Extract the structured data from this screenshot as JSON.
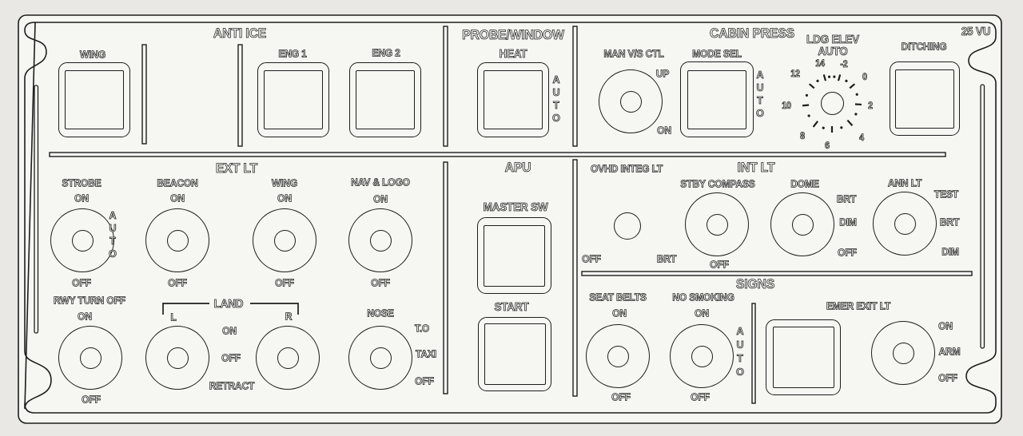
{
  "panel_tag": "25 VU",
  "anti_ice": {
    "title": "ANTI ICE",
    "wing": "WING",
    "eng1": "ENG 1",
    "eng2": "ENG 2"
  },
  "probe_window": {
    "title": "PROBE/WINDOW",
    "heat": "HEAT",
    "auto": "AUTO"
  },
  "cabin_press": {
    "title": "CABIN PRESS",
    "man_vs_ctl": "MAN V/S CTL",
    "up": "UP",
    "on": "ON",
    "mode_sel": "MODE SEL",
    "auto": "AUTO",
    "ldg_elev": "LDG ELEV",
    "ldg_elev_auto": "AUTO",
    "dial_scale": [
      "14",
      "-2",
      "0",
      "2",
      "4",
      "6",
      "8",
      "10",
      "12"
    ],
    "ditching": "DITCHING"
  },
  "ext_lt": {
    "title": "EXT LT",
    "strobe": {
      "label": "STROBE",
      "on": "ON",
      "auto": "AUTO",
      "off": "OFF"
    },
    "beacon": {
      "label": "BEACON",
      "on": "ON",
      "off": "OFF"
    },
    "wing": {
      "label": "WING",
      "on": "ON",
      "off": "OFF"
    },
    "nav_logo": {
      "label": "NAV & LOGO",
      "on": "ON",
      "off": "OFF"
    },
    "rwy_turn_off": {
      "label": "RWY TURN OFF",
      "on": "ON",
      "off": "OFF"
    },
    "land": {
      "label": "LAND",
      "left": "L",
      "right": "R",
      "on": "ON",
      "off": "OFF",
      "retract": "RETRACT"
    },
    "nose": {
      "label": "NOSE",
      "to": "T.O",
      "taxi": "TAXI",
      "off": "OFF"
    }
  },
  "apu": {
    "title": "APU",
    "master_sw": "MASTER SW",
    "start": "START"
  },
  "int_lt": {
    "title": "INT LT",
    "ovhd_integ_lt": {
      "label": "OVHD INTEG LT",
      "off": "OFF",
      "brt": "BRT"
    },
    "stby_compass": {
      "label": "STBY COMPASS",
      "off": "OFF"
    },
    "dome": {
      "label": "DOME",
      "brt": "BRT",
      "dim": "DIM",
      "off": "OFF"
    },
    "ann_lt": {
      "label": "ANN LT",
      "test": "TEST",
      "brt": "BRT",
      "dim": "DIM"
    }
  },
  "signs": {
    "title": "SIGNS",
    "seat_belts": {
      "label": "SEAT BELTS",
      "on": "ON",
      "off": "OFF"
    },
    "no_smoking": {
      "label": "NO SMOKING",
      "on": "ON",
      "auto": "AUTO",
      "off": "OFF"
    },
    "emer_exit_lt": {
      "label": "EMER EXIT LT",
      "on": "ON",
      "arm": "ARM",
      "off": "OFF"
    }
  },
  "colors": {
    "line": "#1d1d1d",
    "panel": "#f6f6f3",
    "background": "#e9e8e5"
  }
}
